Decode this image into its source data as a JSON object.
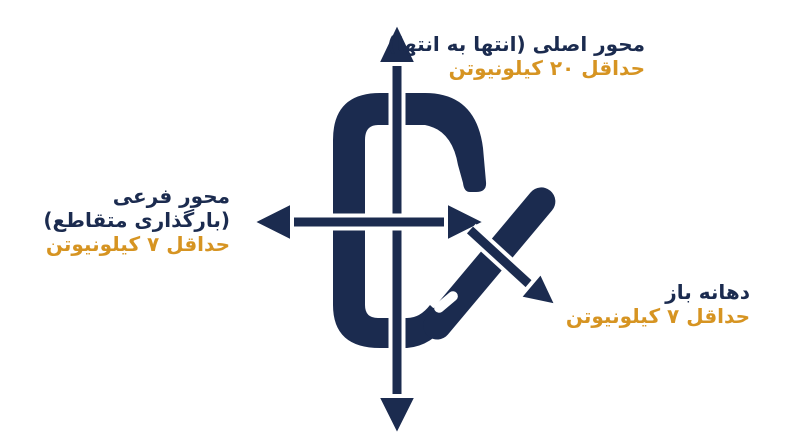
{
  "colors": {
    "navy": "#1b2b4f",
    "gold": "#d69422",
    "background": "#ffffff"
  },
  "icon": "carabiner-icon",
  "labels": {
    "major_axis": {
      "name": "محور اصلی (انتها به انتها)",
      "value": "حداقل ۲۰ کیلونیوتن"
    },
    "minor_axis": {
      "name": "محور فرعی",
      "name_line2": "(بارگذاری متقاطع)",
      "value": "حداقل ۷ کیلونیوتن"
    },
    "gate_open": {
      "name": "دهانه باز",
      "value": "حداقل ۷ کیلونیوتن"
    }
  }
}
